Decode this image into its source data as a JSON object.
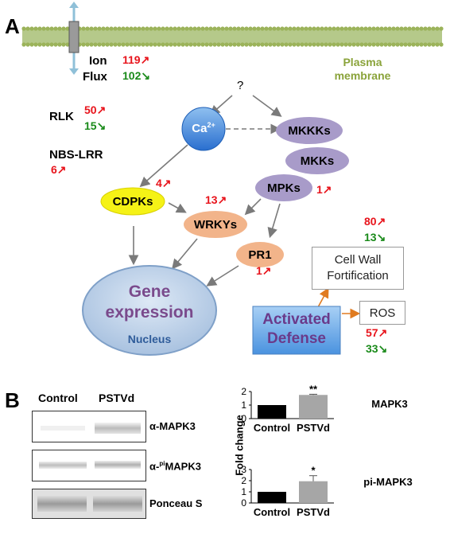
{
  "panels": {
    "a": "A",
    "b": "B"
  },
  "membrane": {
    "label_line1": "Plasma",
    "label_line2": "membrane"
  },
  "ion_flux": {
    "label_line1": "Ion",
    "label_line2": "Flux",
    "up": "119",
    "down": "102"
  },
  "rlk": {
    "label": "RLK",
    "up": "50",
    "down": "15"
  },
  "nbs_lrr": {
    "label": "NBS-LRR",
    "up": "6"
  },
  "question": "?",
  "ca": {
    "label": "Ca",
    "sup": "2+"
  },
  "mkkks": "MKKKs",
  "mkks": "MKKs",
  "mpks": {
    "label": "MPKs",
    "up": "1"
  },
  "cdpks": {
    "label": "CDPKs",
    "up": "4"
  },
  "wrkys": {
    "label": "WRKYs",
    "up": "13"
  },
  "pr1": {
    "label": "PR1",
    "up": "1"
  },
  "nucleus": {
    "line1": "Gene",
    "line2": "expression",
    "sub": "Nucleus"
  },
  "cell_wall": {
    "line1": "Cell Wall",
    "line2": "Fortification",
    "up": "80",
    "down": "13"
  },
  "ros": {
    "label": "ROS",
    "up": "57",
    "down": "33"
  },
  "defense": {
    "line1": "Activated",
    "line2": "Defense"
  },
  "blot": {
    "col_control": "Control",
    "col_pstvd": "PSTVd",
    "rows": [
      "α-MAPK3",
      "α-",
      "pi",
      "MAPK3",
      "Ponceau S"
    ]
  },
  "chart_data": [
    {
      "type": "bar",
      "categories": [
        "Control",
        "PSTVd"
      ],
      "values": [
        1.0,
        1.75
      ],
      "errors": [
        0,
        0.05
      ],
      "ylabel": "Fold change",
      "ylim": [
        0,
        2
      ],
      "yticks": [
        "0",
        "1",
        "2"
      ],
      "annotation": "**",
      "label": "MAPK3",
      "colors": [
        "#000000",
        "#a6a6a6"
      ]
    },
    {
      "type": "bar",
      "categories": [
        "Control",
        "PSTVd"
      ],
      "values": [
        1.0,
        1.95
      ],
      "errors": [
        0,
        0.5
      ],
      "ylabel": "",
      "ylim": [
        0,
        3
      ],
      "yticks": [
        "0",
        "1",
        "2",
        "3"
      ],
      "annotation": "*",
      "label": "pi-MAPK3",
      "colors": [
        "#000000",
        "#a6a6a6"
      ]
    }
  ]
}
